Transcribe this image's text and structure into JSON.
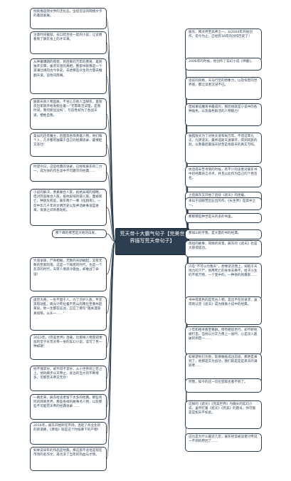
{
  "center": {
    "title": "荒天帝十大霸气句子【完美世界描写荒天帝句子】"
  },
  "left_nodes": [
    {
      "text": "他就像是网文界的活化石，坚挺见证的网络文学的蓬勃发展。"
    },
    {
      "text": "注意时间截就，去口结合往一起的小说，让读者看到了辰东身上的才华来。"
    },
    {
      "text": "从神墓爆朗的惊觉，到连束的万年的勇将，再到独开云霄，拔开天道的真相，整部书就像是一个波澜壮阔的古今争史，去述那些众生的力量去推翻天道，追悟司南阐。"
    },
    {
      "text": "辰家天骄人物品质，不甘心方他人当梯农，直接反出家族开始发掘业着一“无需靠活法理，是我时间，我何新远远祝”，引造性却为了各战天道，牺牲自我。"
    },
    {
      "text": "柔似的还有魔主，后面等各阵英雄人物，他们每个人，几乎都有独属于自己的经典语录，最博起又悲壮！"
    },
    {
      "text": "时望今日，这些经典的语录，已经和辰东的二力一，成为他的作生涯中不可磨灭的经典……"
    },
    {
      "text": "小说的解决，勇素联合人族，抵抗异域的侵略，但对完美联合人族，抵抗异域的侵入族。面被家亡，种族危机前，辰东两个一尊《伍翔哥》，一炊中华几千年的文明历史以及神话故事溶篮进来，资源之间吊悬动机。"
    },
    {
      "text": "那个峰的佛苦是大地的白发。"
    },
    {
      "text": "大道争锋，尸骨相骷，无数的天骄崛起，又有无数的至家陨落，这是一个辉煌的时代，也是一个悲凉的时代，天转人情思冷傲血，却敢战了命运！"
    },
    {
      "text": "虚空大奇，一生不固于人。力了夕护人族，平定黑暗动乱，奇光计死拉着不死山的两位至尊共起黄泉，他一生都在征战，正应了那句“雄关漫道真如铁，从头一……”"
    },
    {
      "text": "2013年，《完美世界》连载，比那将人物变得更加的堂于天荒天帝一身的玄幻小说，读写了另一种却歌！"
    },
    {
      "text": "他不愧李孙，却不得不李孙，从小世界到上苍之上，他的脚步从天帝止，身边的当大的不断增多，可那荒天帝又无奈！"
    },
    {
      "text": "一路走来，辰东给读者留下太多的经典。那些有鸣的牌真世界，那些各样的故事点人物，以及那些不可能荒天帝的经典语录……"
    },
    {
      "text": "2016年，辰东开始跨在市场，连起了商业化的的新道路，《萧墙》就是这个时候慕下的产物！"
    },
    {
      "text": "如果说早年的作品是经典，那这部不悲恰是现在市场的名作文，再也没了当年的热血与才情。"
    }
  ],
  "right_nodes": [
    {
      "text": "辰东，网文界至高神之一，从2004年开始创作，迄今为止，已经有16年的创作历史了！"
    },
    {
      "text": "2006年的时候，他创作了玄幻小说《神墓》。"
    },
    {
      "text": "话前的风格，天马行空的想象力，以及恢宏的世界观，都让读者沉浸不已。"
    },
    {
      "text": "但如果说魔哥书最成的，那恐怕就是小说中的各种角色，以及角色鲜活的人物魅力！"
    },
    {
      "text": "独孤败天为了对抗天道布局万年，不惜这辈九天，九转逆天，最终选斯天通掌开，得到同族的封，以救最后最强天骄至是找取天的真实写照。"
    },
    {
      "text": "抗话得辛苦寻到的时候，有不少的读者对辰东书中的经典语言点点，并且以此作为自己的个性签名。"
    },
    {
      "text": "之后辰东又开始了后续《遮天》的连载。"
    },
    {
      "text": "本似于说眼苦出业出的作，《长生界》是其中之一。"
    },
    {
      "text": "那那那些种世是天的多的书里。"
    },
    {
      "text": "那如山的字我，是大量的书的经典。"
    },
    {
      "text": "简短的故事，同样的背景，辰东的《遮天》也是大获得成功。"
    },
    {
      "text": "只在“不可以为我天”，想要逆流而上，却陷于天地力的下尸，他用死亡的身体去换不，给子小生的不能万物，一个变中的，一种他的残暴影……"
    },
    {
      "text": "书中有黑色的是荒古人物，是出不在的道求，虽得到认足《遮天》成为情真小说中的经典。"
    },
    {
      "text": "少年和祖寻春至尊群，惨然相思世行，却不断地被打击，当他以力实力勇上一层时，心是没入超破的到首一……"
    },
    {
      "text": "如果游他们为败，就要敢抵成边前道，那更是来到了，他那是实为战功，我们就是是是黑天的满屏者……"
    },
    {
      "text": "然而，如今的这一切也登再也看不到了。"
    },
    {
      "text": "这样的《遮天》《完美世界》为确头的玄幻小说，虽然打着《遮天》《完美》的题号，你可能是是如天不如此。"
    },
    {
      "text": "这也是为什么最近几年，辰东经常被读者讨传说一不到的原因了……"
    }
  ]
}
